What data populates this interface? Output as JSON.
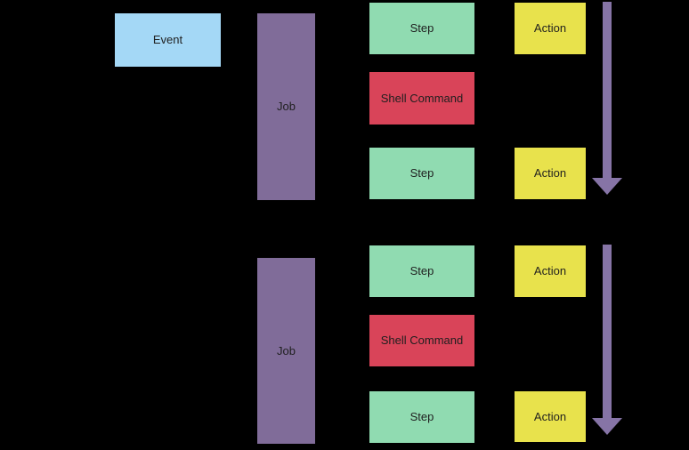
{
  "diagram": {
    "background_color": "#000000",
    "event": {
      "label": "Event",
      "color": "#a4d8f6"
    },
    "groups": [
      {
        "job": {
          "label": "Job",
          "color": "#806c99"
        },
        "items": [
          {
            "type": "step",
            "label": "Step",
            "color": "#90dbb1"
          },
          {
            "type": "shell-command",
            "label": "Shell Command",
            "color": "#d94459"
          },
          {
            "type": "step",
            "label": "Step",
            "color": "#90dbb1"
          }
        ],
        "actions": [
          {
            "label": "Action",
            "color": "#e8e24c"
          },
          {
            "label": "Action",
            "color": "#e8e24c"
          }
        ],
        "arrow": {
          "direction": "down",
          "color": "#8674a6"
        }
      },
      {
        "job": {
          "label": "Job",
          "color": "#806c99"
        },
        "items": [
          {
            "type": "step",
            "label": "Step",
            "color": "#90dbb1"
          },
          {
            "type": "shell-command",
            "label": "Shell Command",
            "color": "#d94459"
          },
          {
            "type": "step",
            "label": "Step",
            "color": "#90dbb1"
          }
        ],
        "actions": [
          {
            "label": "Action",
            "color": "#e8e24c"
          },
          {
            "label": "Action",
            "color": "#e8e24c"
          }
        ],
        "arrow": {
          "direction": "down",
          "color": "#8674a6"
        }
      }
    ]
  }
}
